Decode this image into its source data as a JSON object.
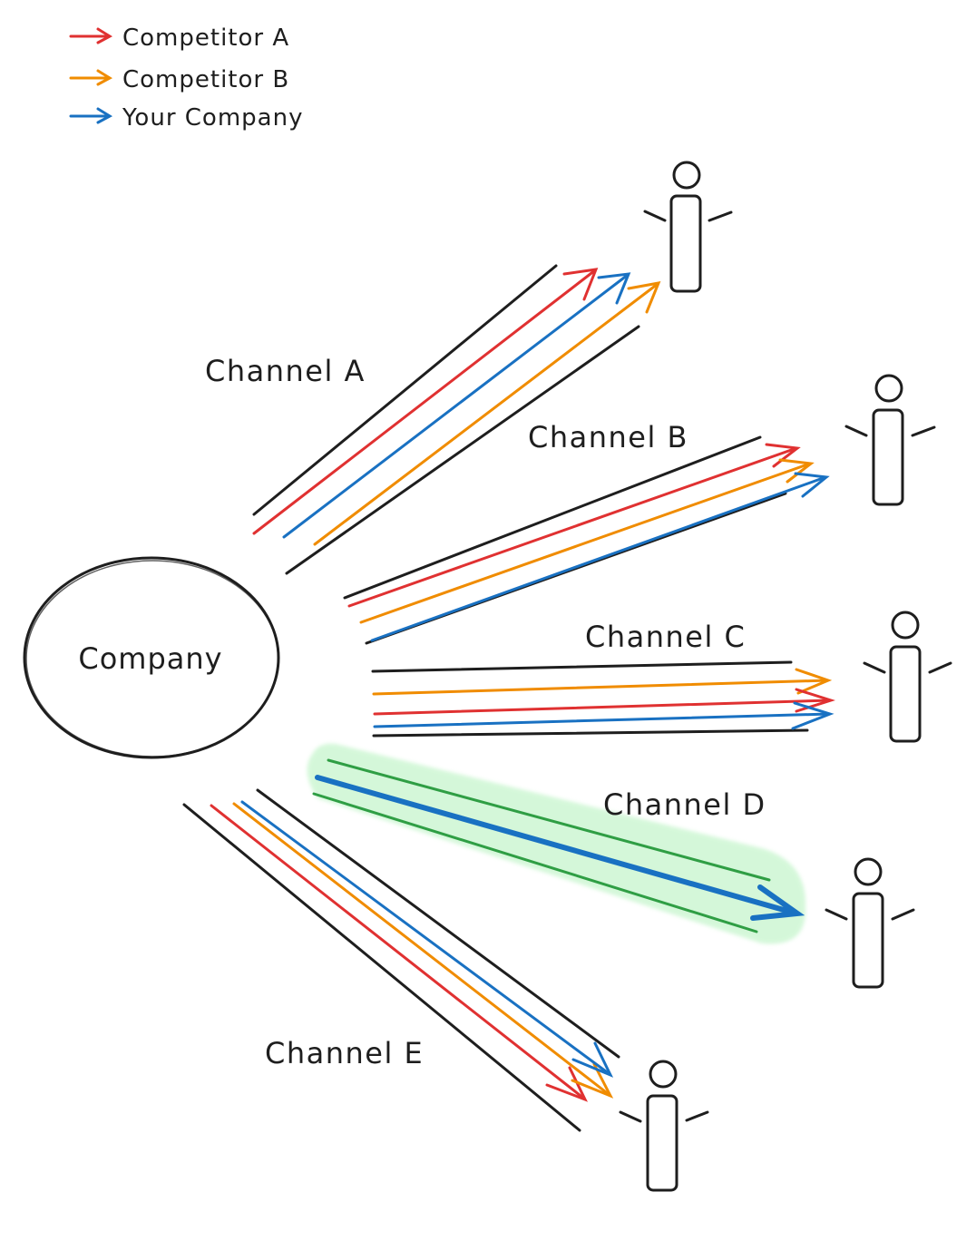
{
  "legend": [
    {
      "label": "Competitor A",
      "color": "#e03131"
    },
    {
      "label": "Competitor B",
      "color": "#f08c00"
    },
    {
      "label": "Your Company",
      "color": "#1971c2"
    }
  ],
  "company": {
    "label": "Company"
  },
  "channels": [
    {
      "label": "Channel A",
      "arrows": [
        "competitor_a",
        "your_company",
        "competitor_b"
      ],
      "highlighted": false
    },
    {
      "label": "Channel B",
      "arrows": [
        "competitor_a",
        "competitor_b",
        "your_company"
      ],
      "highlighted": false
    },
    {
      "label": "Channel C",
      "arrows": [
        "competitor_b",
        "competitor_a",
        "your_company"
      ],
      "highlighted": false
    },
    {
      "label": "Channel D",
      "arrows": [
        "your_company"
      ],
      "highlighted": true
    },
    {
      "label": "Channel E",
      "arrows": [
        "competitor_a",
        "competitor_b",
        "your_company"
      ],
      "highlighted": false
    }
  ],
  "colors": {
    "ink": "#1e1e1e",
    "competitor_a": "#e03131",
    "competitor_b": "#f08c00",
    "your_company": "#1971c2",
    "highlight_line": "#2f9e44",
    "highlight_fill": "#b2f2bb"
  },
  "icons": [
    "arrow-icon",
    "person-icon"
  ]
}
